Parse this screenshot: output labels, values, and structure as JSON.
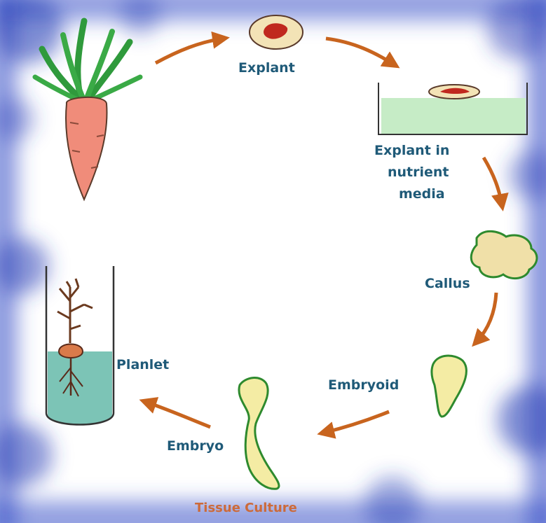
{
  "diagram": {
    "title": "Tissue Culture",
    "labels": {
      "explant": "Explant",
      "explant_media_line1": "Explant in",
      "explant_media_line2": "nutrient",
      "explant_media_line3": "media",
      "callus": "Callus",
      "embryoid": "Embryoid",
      "embryo": "Embryo",
      "planlet": "Planlet"
    },
    "colors": {
      "label_text": "#1f5a78",
      "title_text": "#cc6a3a",
      "arrow": "#c8641e",
      "border_cloud": "#3a52c8",
      "carrot_body": "#f08c7a",
      "carrot_leaves": "#2f9a3c",
      "explant_tissue": "#f3e3b6",
      "explant_core": "#c0281e",
      "nutrient_media": "#c6ecc6",
      "callus_fill": "#f0e0a8",
      "embryo_fill": "#f4eca4",
      "embryo_outline": "#2e8a2e",
      "tube_liquid": "#7cc4b6",
      "plantlet_stem": "#6b3a1f",
      "bulb": "#d97a4a"
    }
  }
}
